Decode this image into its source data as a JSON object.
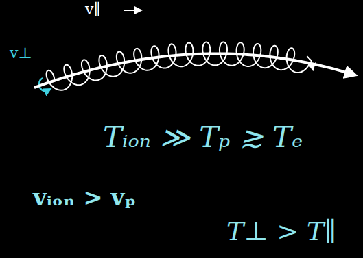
{
  "diagram": {
    "labels": [
      "v∥",
      "v⊥",
      "Tᵢₒₙ ≫ Tₚ ≳ Tₑ",
      "vᵢₒₙ > vₚ",
      "T⊥ > T∥"
    ]
  }
}
